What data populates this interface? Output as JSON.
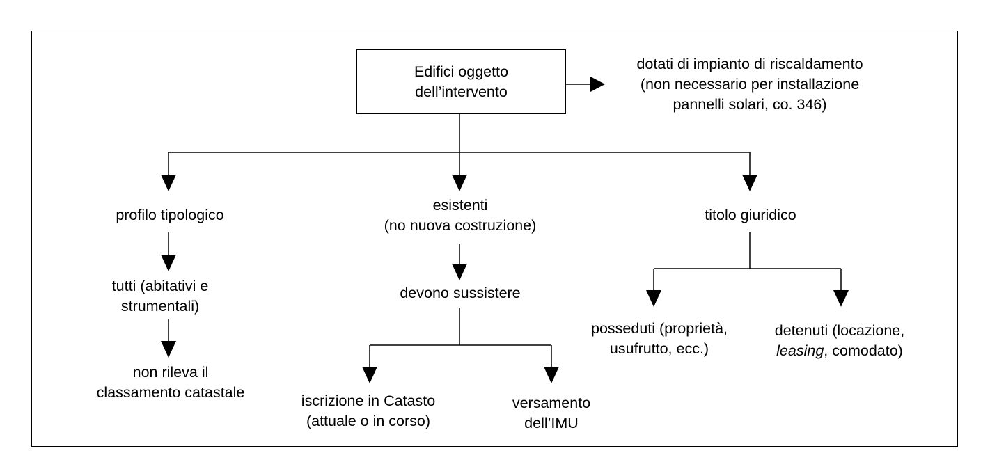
{
  "root": {
    "line1": "Edifici oggetto",
    "line2": "dell’intervento"
  },
  "side_note": {
    "line1": "dotati di impianto di riscaldamento",
    "line2": "(non necessario per installazione",
    "line3": "pannelli solari, co. 346)"
  },
  "branches": {
    "profilo": {
      "title": "profilo tipologico",
      "step1_line1": "tutti (abitativi e",
      "step1_line2": "strumentali)",
      "step2_line1": "non rileva il",
      "step2_line2": "classamento catastale"
    },
    "esistenti": {
      "title_line1": "esistenti",
      "title_line2": "(no nuova costruzione)",
      "step1": "devono sussistere",
      "left_line1": "iscrizione in Catasto",
      "left_line2": "(attuale o in corso)",
      "right_line1": "versamento",
      "right_line2": "dell’IMU"
    },
    "titolo": {
      "title": "titolo giuridico",
      "left_line1": "posseduti (proprietà,",
      "left_line2": "usufrutto, ecc.)",
      "right_line1": "detenuti (locazione,",
      "right_line2_italic": "leasing",
      "right_line2_rest": ", comodato)"
    }
  },
  "colors": {
    "line": "#000000",
    "background": "#ffffff"
  }
}
